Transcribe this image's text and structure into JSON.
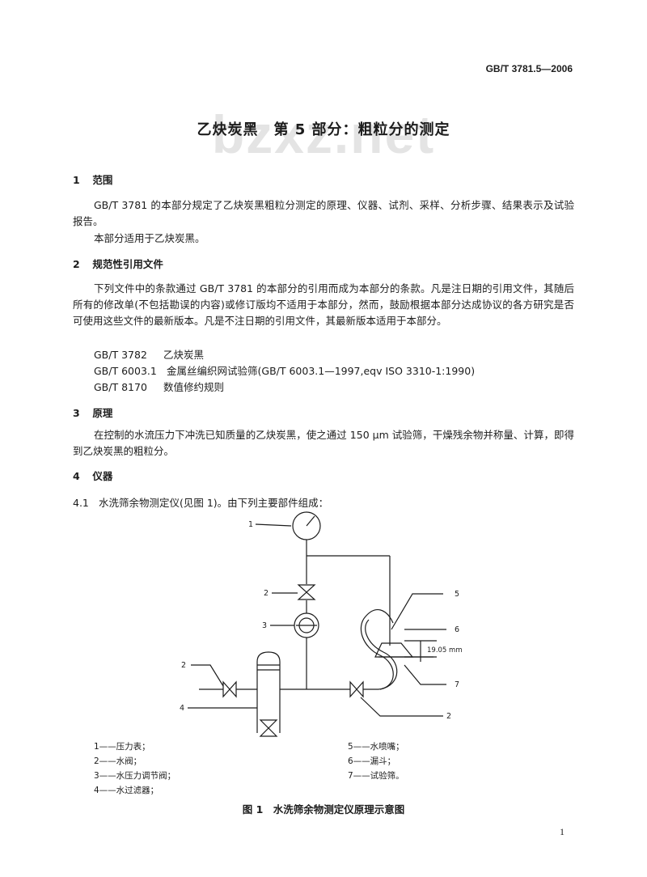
{
  "header": {
    "standard_number": "GB/T 3781.5—2006",
    "watermark": "bzxz.net"
  },
  "title": "乙炔炭黑　第 5 部分：粗粒分的测定",
  "sections": {
    "s1": {
      "number": "1",
      "heading": "范围",
      "paragraphs": [
        "GB/T 3781 的本部分规定了乙炔炭黑粗粒分测定的原理、仪器、试剂、采样、分析步骤、结果表示及试验报告。",
        "本部分适用于乙炔炭黑。"
      ]
    },
    "s2": {
      "number": "2",
      "heading": "规范性引用文件",
      "paragraphs": [
        "下列文件中的条款通过 GB/T 3781 的本部分的引用而成为本部分的条款。凡是注日期的引用文件，其随后所有的修改单(不包括勘误的内容)或修订版均不适用于本部分，然而，鼓励根据本部分达成协议的各方研究是否可使用这些文件的最新版本。凡是不注日期的引用文件，其最新版本适用于本部分。"
      ],
      "references": [
        {
          "code": "GB/T 3782",
          "title": "乙炔炭黑"
        },
        {
          "code": "GB/T 6003.1",
          "title": "金属丝编织网试验筛(GB/T 6003.1—1997,eqv ISO 3310-1:1990)"
        },
        {
          "code": "GB/T 8170",
          "title": "数值修约规则"
        }
      ]
    },
    "s3": {
      "number": "3",
      "heading": "原理",
      "paragraphs": [
        "在控制的水流压力下冲洗已知质量的乙炔炭黑，使之通过 150 μm 试验筛，干燥残余物并称量、计算，即得到乙炔炭黑的粗粒分。"
      ]
    },
    "s4": {
      "number": "4",
      "heading": "仪器",
      "item_4_1": {
        "number": "4.1",
        "text": "水洗筛余物测定仪(见图 1)。由下列主要部件组成："
      }
    }
  },
  "figure": {
    "callouts": [
      "1",
      "2",
      "3",
      "2",
      "4",
      "5",
      "6",
      "7",
      "2"
    ],
    "dimension": "19.05 mm",
    "legend_left": [
      "1——压力表；",
      "2——水阀；",
      "3——水压力调节阀；",
      "4——水过滤器；"
    ],
    "legend_right": [
      "5——水喷嘴；",
      "6——漏斗；",
      "7——试验筛。"
    ],
    "caption": "图 1　水洗筛余物测定仪原理示意图"
  },
  "page_number": "1"
}
